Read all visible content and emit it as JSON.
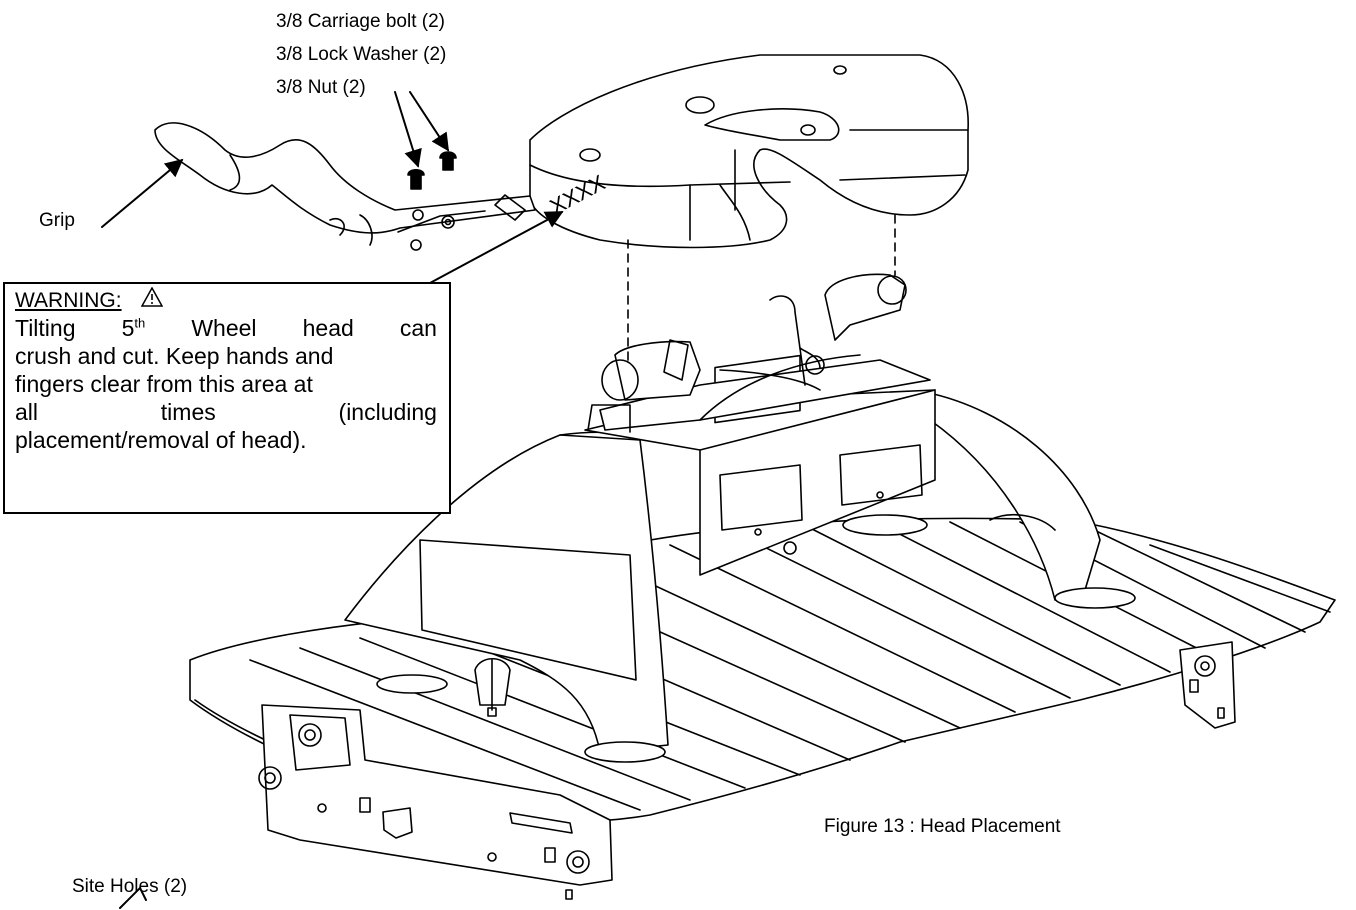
{
  "labels": {
    "carriage_bolt": "3/8 Carriage bolt (2)",
    "lock_washer": "3/8 Lock Washer (2)",
    "nut": "3/8 Nut (2)",
    "grip": "Grip",
    "xxxx": "XXXX",
    "site_holes": "Site Holes (2)"
  },
  "warning": {
    "heading": "WARNING:",
    "icon": "warning-triangle-icon",
    "lines": [
      [
        "Tilting",
        "5th",
        "Wheel",
        "head",
        "can"
      ],
      [
        "crush and cut. Keep hands and"
      ],
      [
        "fingers clear from this area at"
      ],
      [
        "all",
        "times",
        "(including"
      ],
      [
        "placement/removal of head)."
      ]
    ]
  },
  "caption": "Figure 13 : Head Placement",
  "colors": {
    "line": "#000000",
    "background": "#ffffff"
  }
}
